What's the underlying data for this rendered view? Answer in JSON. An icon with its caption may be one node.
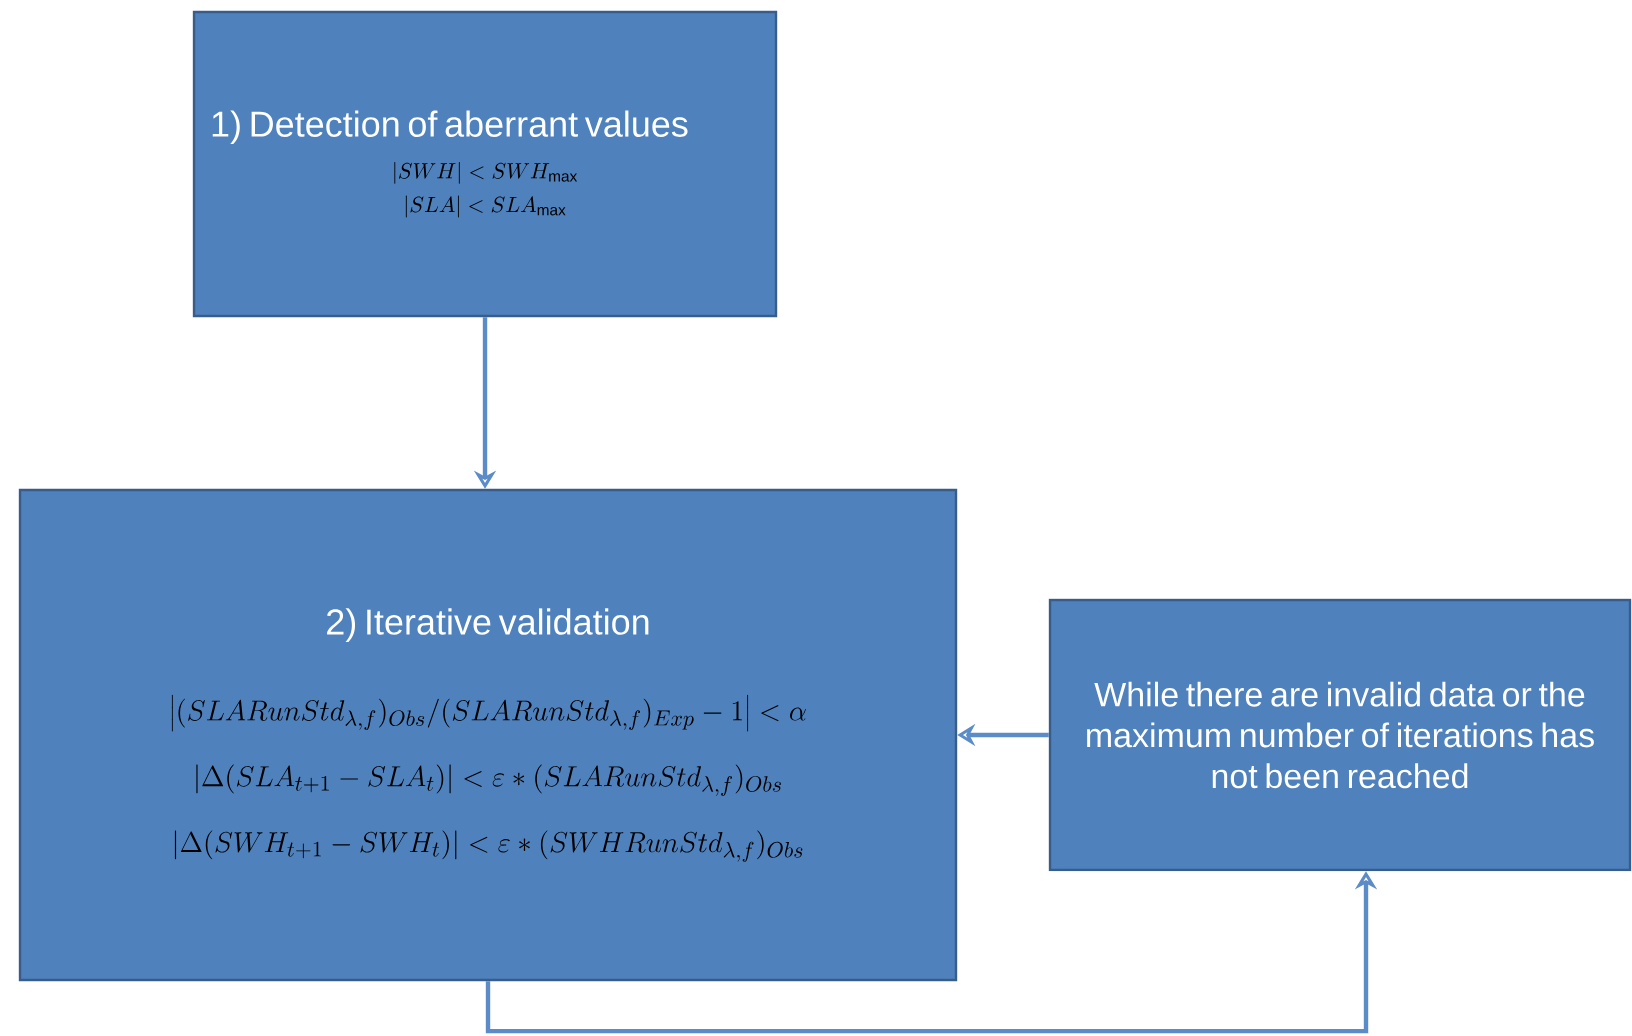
{
  "diagram": {
    "nodes": [
      {
        "text": [
          "1) Detection of aberrant values",
          "|SWH| < SWH_{\\max}",
          "|SLA| < SLA_{\\max}"
        ]
      },
      {
        "text": [
          "2) Iterative validation",
          "\\left|(SLARunStd_{\\lambda,f})_{Obs}/(SLARunStd_{\\lambda,f})_{Exp}-1\\right| < \\alpha",
          "\\left|\\Delta(SLA_{t+1}-SLA_{t})\\right| < \\varepsilon*(SLARunStd_{\\lambda,f})_{Obs}",
          "\\left|\\Delta(SWH_{t+1}-SWH_{t})\\right| < \\varepsilon*(SWHRunStd_{\\lambda,f})_{Obs}"
        ]
      },
      {
        "text": [
          "While there are invalid data or the maximum number of iterations has not been reached"
        ]
      }
    ],
    "edges": [
      {
        "from": 0,
        "to": 1,
        "arrow": "to"
      },
      {
        "from": 2,
        "to": 1,
        "arrow": "to"
      },
      {
        "from": 1,
        "to": 2,
        "arrow": "to"
      }
    ]
  }
}
